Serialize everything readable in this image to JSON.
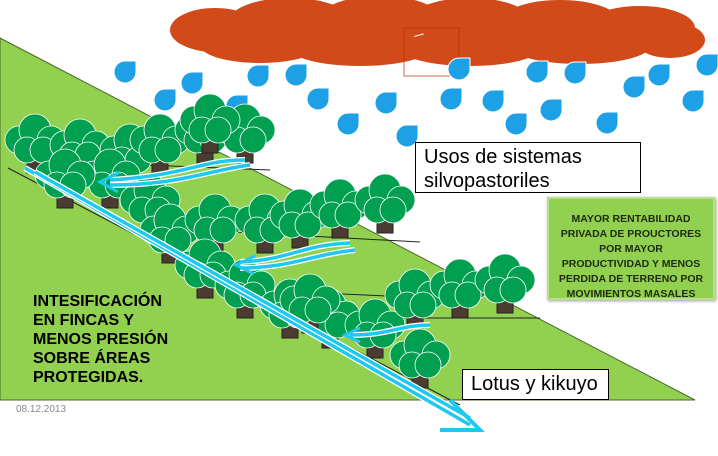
{
  "labels": {
    "usos": "Usos de sistemas silvopastoriles",
    "lotus": "Lotus y kikuyo",
    "benefit": "MAYOR RENTABILIDAD\nPRIVADA DE PROUCTORES\nPOR MAYOR\nPRODUCTIVIDAD Y MENOS\nPERDIDA DE TERRENO POR\nMOVIMIENTOS MASALES",
    "intensification": "INTESIFICACIÓN\nEN FINCAS Y\nMENOS PRESIÓN\nSOBRE ÁREAS\nPROTEGIDAS.",
    "date": "08.12.2013"
  },
  "colors": {
    "cloud": "#d24a1a",
    "rain": "#1ea0e6",
    "slope": "#92d050",
    "tree": "#00a050",
    "trunk": "#4a3c30",
    "water": "#1ec8f0"
  }
}
